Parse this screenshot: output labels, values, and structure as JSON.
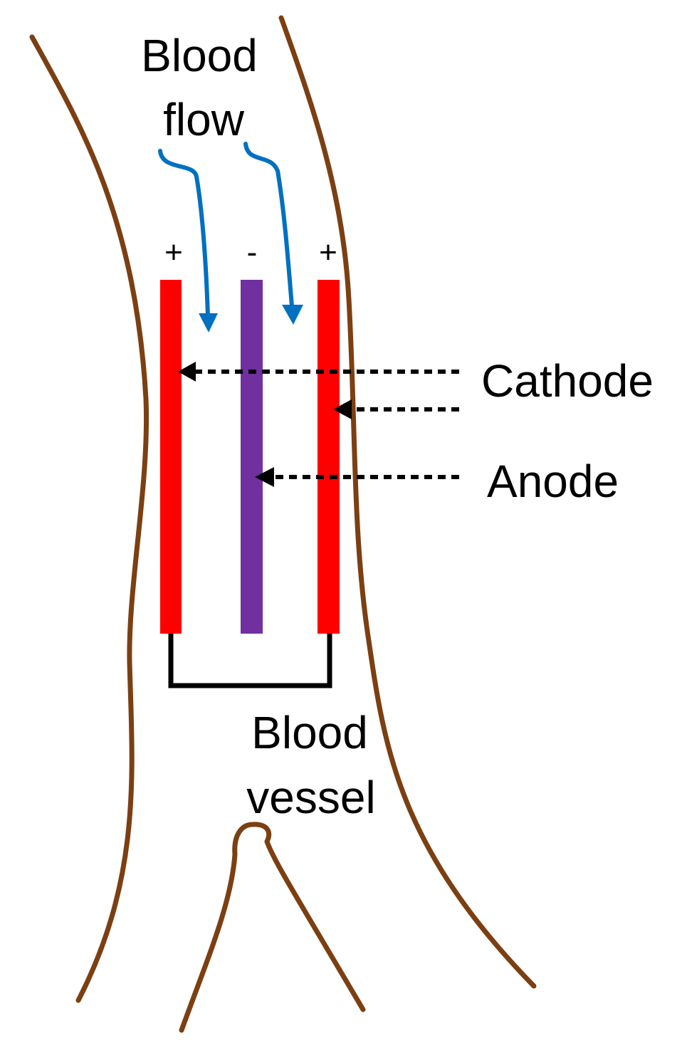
{
  "labels": {
    "blood_flow_line1": "Blood",
    "blood_flow_line2": "flow",
    "cathode": "Cathode",
    "anode": "Anode",
    "blood_vessel_line1": "Blood",
    "blood_vessel_line2": "vessel"
  },
  "signs": {
    "left_electrode": "+",
    "middle_electrode": "-",
    "right_electrode": "+"
  },
  "colors": {
    "vessel_wall": "#7b3f12",
    "cathode": "#ff0000",
    "anode": "#7030a0",
    "flow_arrow": "#0070c0",
    "pointer": "#000000",
    "connector": "#000000"
  }
}
